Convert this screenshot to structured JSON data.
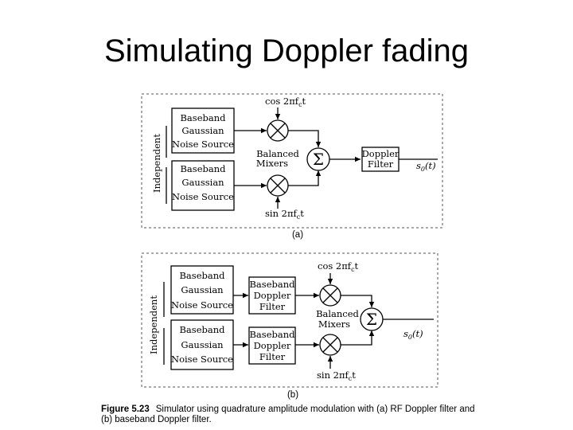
{
  "title": "Simulating Doppler fading",
  "diagram_a": {
    "sub_label": "(a)",
    "side_label": "Independent",
    "noise_source_top": [
      "Baseband",
      "Gaussian",
      "Noise Source"
    ],
    "noise_source_bottom": [
      "Baseband",
      "Gaussian",
      "Noise Source"
    ],
    "carrier_cos": "cos 2πf",
    "carrier_sin": "sin 2πf",
    "carrier_sub": "c",
    "carrier_t": "t",
    "mixers_label": [
      "Balanced",
      "Mixers"
    ],
    "sum_symbol": "Σ",
    "filter": [
      "Doppler",
      "Filter"
    ],
    "output": "s",
    "output_sub": "0",
    "output_t": "(t)"
  },
  "diagram_b": {
    "sub_label": "(b)",
    "side_label": "Independent",
    "noise_source_top": [
      "Baseband",
      "Gaussian",
      "Noise Source"
    ],
    "noise_source_bottom": [
      "Baseband",
      "Gaussian",
      "Noise Source"
    ],
    "filter_top": [
      "Baseband",
      "Doppler",
      "Filter"
    ],
    "filter_bottom": [
      "Baseband",
      "Doppler",
      "Filter"
    ],
    "carrier_cos": "cos 2πf",
    "carrier_sin": "sin 2πf",
    "carrier_sub": "c",
    "carrier_t": "t",
    "mixers_label": [
      "Balanced",
      "Mixers"
    ],
    "sum_symbol": "Σ",
    "output": "s",
    "output_sub": "0",
    "output_t": "(t)"
  },
  "caption": {
    "figure_number": "Figure 5.23",
    "line1": "Simulator using quadrature amplitude modulation with (a) RF Doppler filter and",
    "line2": "(b) baseband Doppler filter."
  }
}
